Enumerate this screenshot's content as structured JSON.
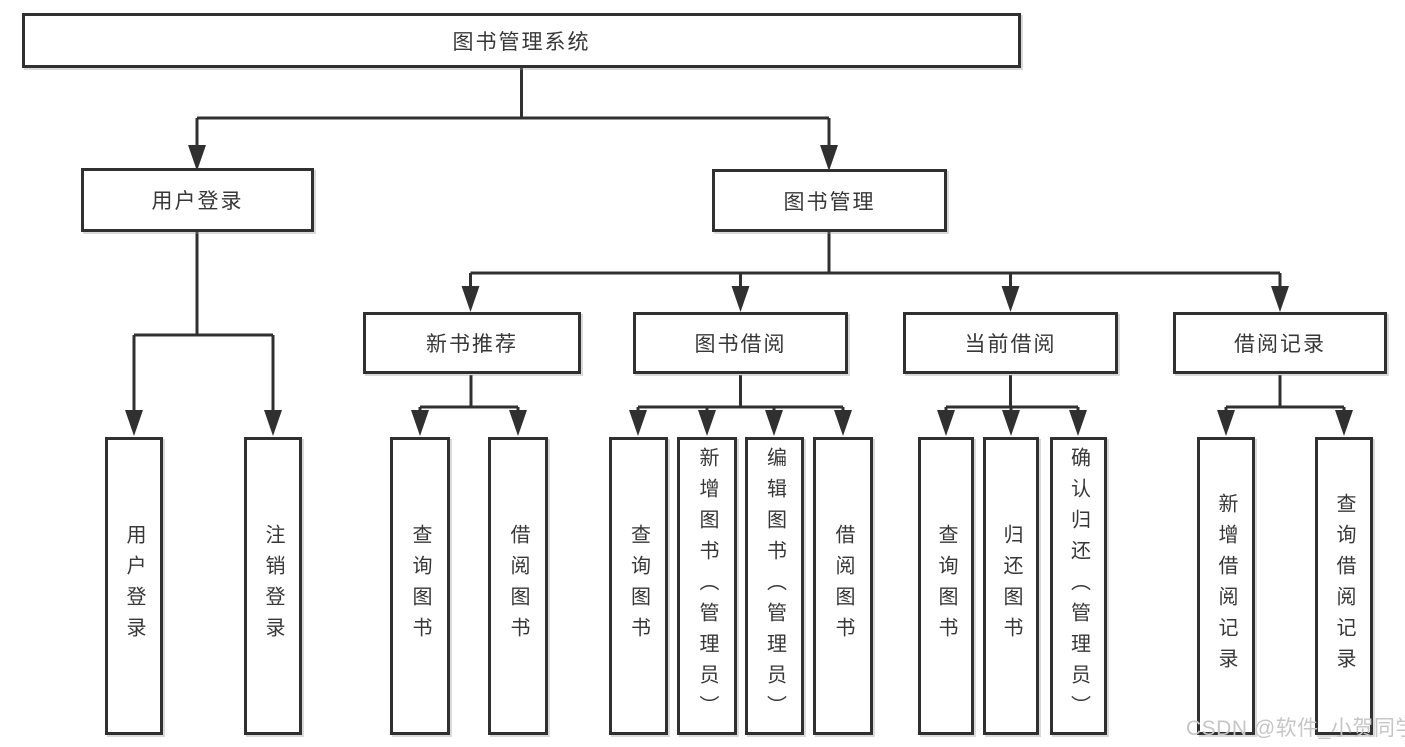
{
  "colors": {
    "line": "#303030",
    "box_background": "#ffffff",
    "text": "#373737",
    "watermark": "#c6c6c6",
    "background": "#ffffff"
  },
  "watermark": {
    "text": "CSDN @软件_小贺同学"
  },
  "tree": {
    "label": "图书管理系统",
    "children": [
      {
        "label": "用户登录",
        "children": [
          {
            "label": "用户登录"
          },
          {
            "label": "注销登录"
          }
        ]
      },
      {
        "label": "图书管理",
        "children": [
          {
            "label": "新书推荐",
            "children": [
              {
                "label": "查询图书"
              },
              {
                "label": "借阅图书"
              }
            ]
          },
          {
            "label": "图书借阅",
            "children": [
              {
                "label": "查询图书"
              },
              {
                "label": "新增图书（管理员）"
              },
              {
                "label": "编辑图书（管理员）"
              },
              {
                "label": "借阅图书"
              }
            ]
          },
          {
            "label": "当前借阅",
            "children": [
              {
                "label": "查询图书"
              },
              {
                "label": "归还图书"
              },
              {
                "label": "确认归还（管理员）"
              }
            ]
          },
          {
            "label": "借阅记录",
            "children": [
              {
                "label": "新增借阅记录"
              },
              {
                "label": "查询借阅记录"
              }
            ]
          }
        ]
      }
    ]
  }
}
